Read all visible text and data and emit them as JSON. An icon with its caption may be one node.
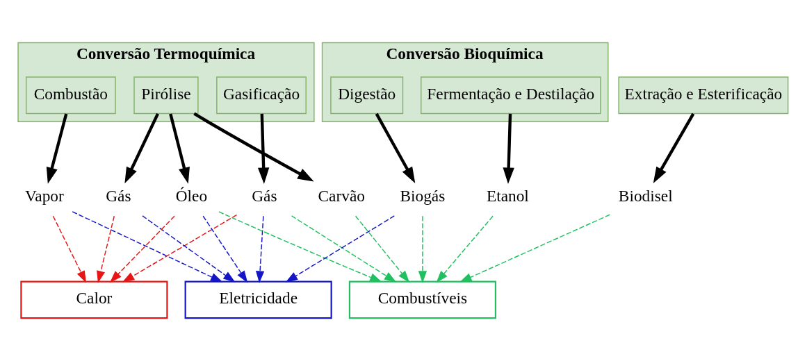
{
  "diagram": {
    "nodes": [
      {
        "text": [
          "Conversão Termoquímica"
        ]
      },
      {
        "text": [
          "Combustão"
        ],
        "in": 0
      },
      {
        "text": [
          "Gasificação"
        ],
        "in": 0
      },
      {
        "text": [
          "Pirólise"
        ],
        "in": 0
      },
      {
        "text": [
          "Conversão Bioquímica"
        ]
      },
      {
        "text": [
          "Digestão"
        ],
        "in": 4
      },
      {
        "text": [
          "Fermentação e Destilação"
        ],
        "in": 4
      },
      {
        "text": [
          "Extração e Esterificação"
        ]
      },
      {
        "text": [
          "Vapor"
        ]
      },
      {
        "text": [
          "Gás"
        ]
      },
      {
        "text": [
          "Gás"
        ]
      },
      {
        "text": [
          "Óleo"
        ]
      },
      {
        "text": [
          "Carvão"
        ]
      },
      {
        "text": [
          "Biogás"
        ]
      },
      {
        "text": [
          "Etanol"
        ]
      },
      {
        "text": [
          "Biodisel"
        ]
      },
      {
        "text": [
          "Calor"
        ]
      },
      {
        "text": [
          "Eletricidade"
        ]
      },
      {
        "text": [
          "Combustíveis"
        ]
      }
    ],
    "edges": [
      {
        "from": 1,
        "to": 8,
        "arrow": "to",
        "style": "thick"
      },
      {
        "from": 2,
        "to": 9,
        "arrow": "to",
        "style": "thick"
      },
      {
        "from": 3,
        "to": 10,
        "arrow": "to",
        "style": "thick"
      },
      {
        "from": 3,
        "to": 11,
        "arrow": "to",
        "style": "thick"
      },
      {
        "from": 3,
        "to": 12,
        "arrow": "to",
        "style": "thick"
      },
      {
        "from": 5,
        "to": 13,
        "arrow": "to",
        "style": "thick"
      },
      {
        "from": 6,
        "to": 14,
        "arrow": "to",
        "style": "thick"
      },
      {
        "from": 7,
        "to": 15,
        "arrow": "to",
        "style": "thick"
      },
      {
        "from": 8,
        "to": 16,
        "arrow": "to",
        "style": "dashed",
        "color": "#e81515"
      },
      {
        "from": 9,
        "to": 16,
        "arrow": "to",
        "style": "dashed",
        "color": "#e81515"
      },
      {
        "from": 10,
        "to": 16,
        "arrow": "to",
        "style": "dashed",
        "color": "#e81515"
      },
      {
        "from": 11,
        "to": 16,
        "arrow": "to",
        "style": "dashed",
        "color": "#e81515"
      },
      {
        "from": 8,
        "to": 17,
        "arrow": "to",
        "style": "dashed",
        "color": "#1515c8"
      },
      {
        "from": 9,
        "to": 17,
        "arrow": "to",
        "style": "dashed",
        "color": "#1515c8"
      },
      {
        "from": 10,
        "to": 17,
        "arrow": "to",
        "style": "dashed",
        "color": "#1515c8"
      },
      {
        "from": 11,
        "to": 17,
        "arrow": "to",
        "style": "dashed",
        "color": "#1515c8"
      },
      {
        "from": 13,
        "to": 17,
        "arrow": "to",
        "style": "dashed",
        "color": "#1515c8"
      },
      {
        "from": 9,
        "to": 18,
        "arrow": "to",
        "style": "dashed",
        "color": "#20c060"
      },
      {
        "from": 11,
        "to": 18,
        "arrow": "to",
        "style": "dashed",
        "color": "#20c060"
      },
      {
        "from": 12,
        "to": 18,
        "arrow": "to",
        "style": "dashed",
        "color": "#20c060"
      },
      {
        "from": 13,
        "to": 18,
        "arrow": "to",
        "style": "dashed",
        "color": "#20c060"
      },
      {
        "from": 14,
        "to": 18,
        "arrow": "to",
        "style": "dashed",
        "color": "#20c060"
      },
      {
        "from": 15,
        "to": 18,
        "arrow": "to",
        "style": "dashed",
        "color": "#20c060"
      }
    ]
  }
}
